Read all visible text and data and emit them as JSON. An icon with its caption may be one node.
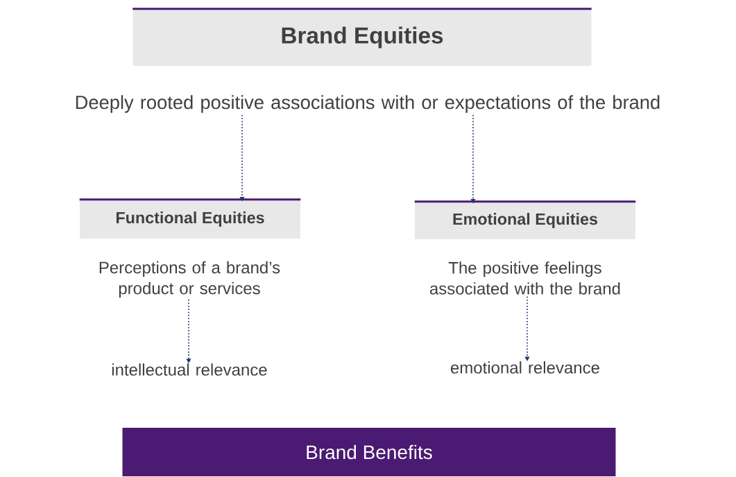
{
  "diagram": {
    "nodes": [
      {
        "text": [
          "Brand Equities"
        ]
      },
      {
        "text": [
          "Deeply rooted positive associations with or expectations of the brand"
        ]
      },
      {
        "text": [
          "Functional Equities"
        ]
      },
      {
        "text": [
          "Perceptions of a brand’s product or services"
        ]
      },
      {
        "text": [
          "intellectual relevance"
        ]
      },
      {
        "text": [
          "Emotional Equities"
        ]
      },
      {
        "text": [
          "The positive feelings associated with the brand"
        ]
      },
      {
        "text": [
          "emotional relevance"
        ]
      },
      {
        "text": [
          "Brand Benefits"
        ]
      }
    ],
    "edges": [
      {
        "from": 1,
        "to": 2,
        "arrow": "to",
        "style": "dashed"
      },
      {
        "from": 1,
        "to": 5,
        "arrow": "to",
        "style": "dashed"
      },
      {
        "from": 3,
        "to": 4,
        "arrow": "to",
        "style": "dashed"
      },
      {
        "from": 6,
        "to": 7,
        "arrow": "to",
        "style": "dashed"
      }
    ]
  }
}
